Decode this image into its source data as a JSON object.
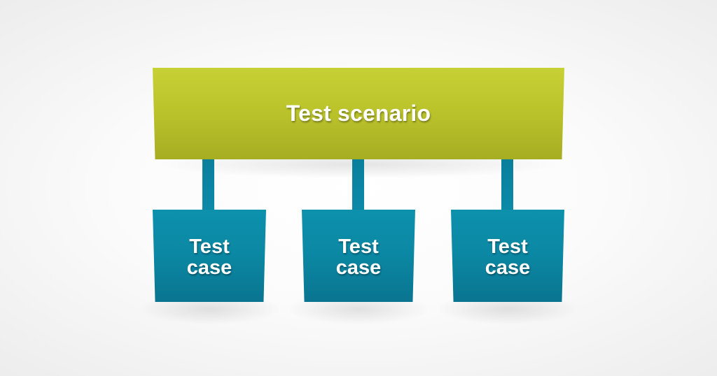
{
  "diagram": {
    "scenario": {
      "label": "Test scenario",
      "color": "#bcc42c"
    },
    "cases": [
      {
        "label": "Test\ncase",
        "color": "#0b87a3"
      },
      {
        "label": "Test\ncase",
        "color": "#0b87a3"
      },
      {
        "label": "Test\ncase",
        "color": "#0b87a3"
      }
    ],
    "connector_color": "#0b84a1"
  }
}
